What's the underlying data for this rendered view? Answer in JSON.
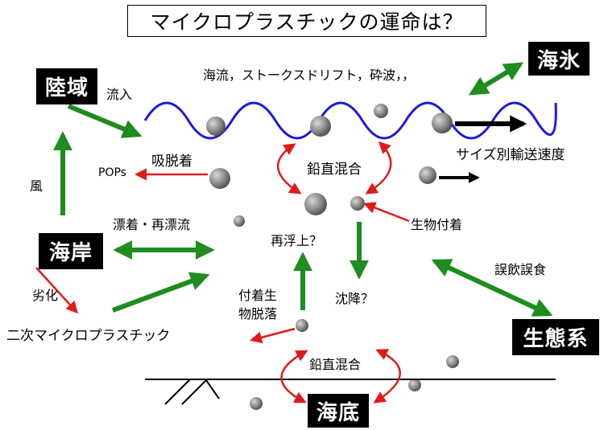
{
  "title": "マイクロプラスチックの運命は？",
  "boxes": {
    "land": "陸域",
    "sea_ice": "海氷",
    "coast": "海岸",
    "ecosystem": "生態系",
    "seabed": "海底"
  },
  "labels": {
    "surface_processes": "海流，ストークスドリフト，砕波，，",
    "inflow": "流入",
    "wind": "風",
    "adsorption": "吸脱着",
    "pops": "POPs",
    "vertical_mixing_upper": "鉛直混合",
    "size_transport": "サイズ別輸送速度",
    "stranding": "漂着・再漂流",
    "biofouling": "生物付着",
    "resuspension": "再浮上？",
    "degradation": "劣化",
    "sinking": "沈降？",
    "misingestion": "誤飲誤食",
    "defouling_line1": "付着生",
    "defouling_line2": "物脱落",
    "secondary_mp": "二次マイクロプラスチック",
    "vertical_mixing_lower": "鉛直混合"
  },
  "colors": {
    "wave": "#1a1adb",
    "green_arrow": "#1e8c1e",
    "red_arrow": "#e01a1a",
    "particle": "#8c8c8c",
    "box_bg": "#000000"
  }
}
